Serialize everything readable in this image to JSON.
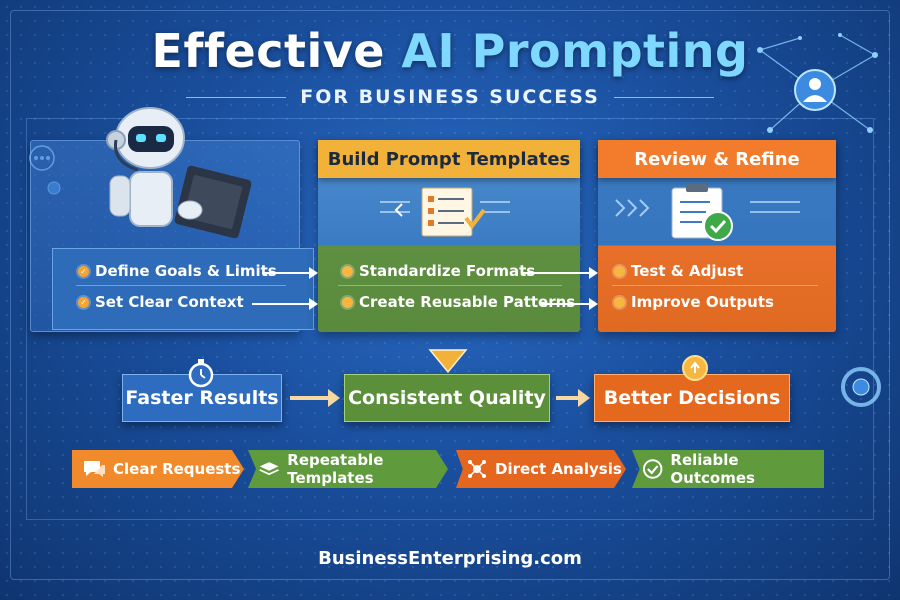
{
  "title": {
    "part1": "Effective",
    "part2": "AI Prompting"
  },
  "subtitle": "FOR BUSINESS SUCCESS",
  "panels": {
    "define": {
      "items": [
        "Define Goals & Limits",
        "Set Clear Context"
      ]
    },
    "build": {
      "header": "Build Prompt Templates",
      "items": [
        "Standardize Formats",
        "Create Reusable Patterns"
      ]
    },
    "review": {
      "header": "Review & Refine",
      "items": [
        "Test & Adjust",
        "Improve Outputs"
      ]
    }
  },
  "results": [
    "Faster Results",
    "Consistent Quality",
    "Better Decisions"
  ],
  "tags": [
    "Clear Requests",
    "Repeatable Templates",
    "Direct Analysis",
    "Reliable Outcomes"
  ],
  "footer": "BusinessEnterprising.com",
  "colors": {
    "blue": "#2d6cbf",
    "green": "#5b8f3a",
    "orange": "#e4691f",
    "yellow": "#f2b23a",
    "accent_title": "#7fd8ff"
  },
  "icons": [
    "robot-icon",
    "clipboard-icon",
    "template-checklist-icon",
    "review-checklist-icon",
    "stopwatch-icon",
    "lightbulb-icon",
    "chat-bubble-icon",
    "stack-icon",
    "network-icon",
    "check-circle-icon",
    "user-network-icon"
  ]
}
